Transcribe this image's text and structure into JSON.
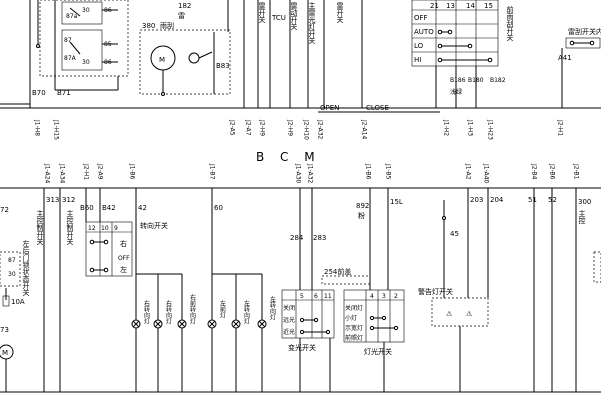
{
  "diagram": {
    "module_label": "B C M",
    "top": {
      "relay_pins": [
        "87a",
        "30",
        "86",
        "87",
        "85",
        "87A",
        "30",
        "86"
      ],
      "wires_left": [
        "B70",
        "B71"
      ],
      "motor_code": "380",
      "motor_name": "雨刮",
      "unit_code": "182",
      "unit_name": "雷",
      "b83": "B83",
      "cols_vert": [
        "雷开关",
        "TCU",
        "雷动开关",
        "主雷光灯开关",
        "雷开关"
      ],
      "tcu": "TCU",
      "open_label": "OPEN",
      "close_label": "CLOSE",
      "switch_table": {
        "header": [
          "21",
          "13",
          "14",
          "15"
        ],
        "rows": [
          "OFF",
          "AUTO",
          "LO",
          "HI"
        ]
      },
      "b_wires": [
        "B186",
        "B180",
        "B182"
      ],
      "b_wire_note": "浅绿",
      "right_vert": "前雨刮开关",
      "right_switch": "雷刮开关内",
      "a41": "A41"
    },
    "bcm_top_pins": [
      "J1-H8",
      "J1-H15",
      "J2-A5",
      "J2-A7",
      "J2-H9",
      "J2-H9",
      "J2-H10",
      "J2-A32",
      "J2-A14",
      "J1-H2",
      "J1-H3",
      "J1-H23",
      "J2-H1"
    ],
    "bcm_bottom_pins": [
      "J1-A24",
      "J1-A34",
      "J2-H1",
      "J2-A9",
      "J1-B6",
      "J1-B7",
      "J1-A30",
      "J1-A32",
      "J1-B6",
      "J1-B5",
      "J1-A2",
      "J1-A40",
      "J2-B4",
      "J2-B6",
      "J2-B1"
    ],
    "bottom": {
      "wire_313": "313",
      "wire_312": "312",
      "wire_b60": "B60",
      "wire_b42": "B42",
      "wire_42": "42",
      "wire_60": "60",
      "left_code_72": "72",
      "left_code_73": "73",
      "fuse": "10A",
      "left_relay_pins": [
        "87",
        "30"
      ],
      "vert_left_1": "主控制开关",
      "vert_left_2": "主控制开关",
      "vert_left_3": "左后门锁状态开关",
      "sw_header": [
        "12",
        "10",
        "9"
      ],
      "sw_rows": [
        "右",
        "OFF",
        "左"
      ],
      "sw_title": "转向开关",
      "lamps": [
        "右转向灯",
        "右转向灯",
        "右前转向灯",
        "左前灯",
        "左转向灯",
        "左转向灯"
      ],
      "wire_284": "284",
      "wire_283": "283",
      "wire_892": "892",
      "wire_892_note": "粉",
      "wire_15l": "15L",
      "connector_254": "254前盖",
      "conn_l_header": [
        "5",
        "6",
        "11"
      ],
      "conn_l_rows": [
        "关闭",
        "远光",
        "近光"
      ],
      "conn_l_title": "变光开关",
      "conn_r_header": [
        "4",
        "3",
        "2"
      ],
      "conn_r_rows": [
        "关闭灯",
        "小灯",
        "示宽灯",
        "前照灯"
      ],
      "conn_r_title": "灯光开关",
      "wire_45": "45",
      "hazard_title": "警告灯开关",
      "wire_203": "203",
      "wire_204": "204",
      "wire_51": "51",
      "wire_52": "52",
      "wire_300": "300",
      "right_vert": "主控"
    }
  }
}
